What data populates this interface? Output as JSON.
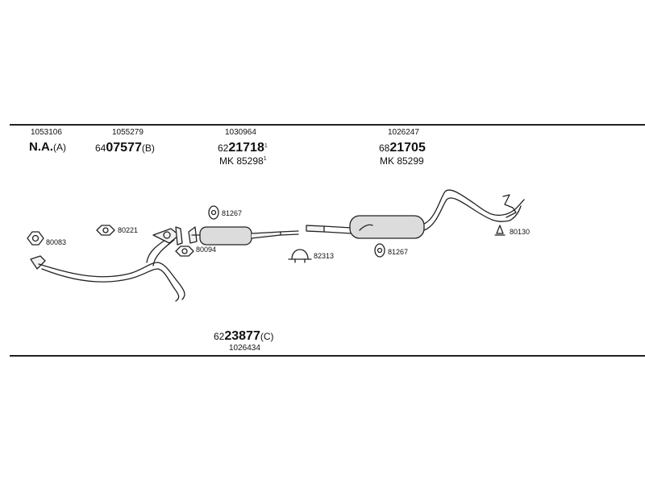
{
  "parts": {
    "p1": {
      "ref": "1053106",
      "code": "N.A.",
      "suffix": "(A)"
    },
    "p2": {
      "ref": "1055279",
      "prefix": "64",
      "main": "07577",
      "suffix": "(B)"
    },
    "p3": {
      "ref": "1030964",
      "prefix": "62",
      "main": "21718",
      "sup": "1",
      "alt_label": "MK 85298",
      "alt_sup": "1"
    },
    "p4": {
      "ref": "1026247",
      "prefix": "68",
      "main": "21705",
      "alt_label": "MK 85299"
    },
    "p5": {
      "ref": "1026434",
      "prefix": "62",
      "main": "23877",
      "suffix": "(C)"
    }
  },
  "hardware": {
    "h80083": "80083",
    "h80221": "80221",
    "h80094": "80094",
    "h81267a": "81267",
    "h82313": "82313",
    "h81267b": "81267",
    "h80130": "80130"
  },
  "colors": {
    "line": "#222222",
    "pipe_fill": "#f2f2f2",
    "muffler_fill": "#dcdcdc"
  }
}
